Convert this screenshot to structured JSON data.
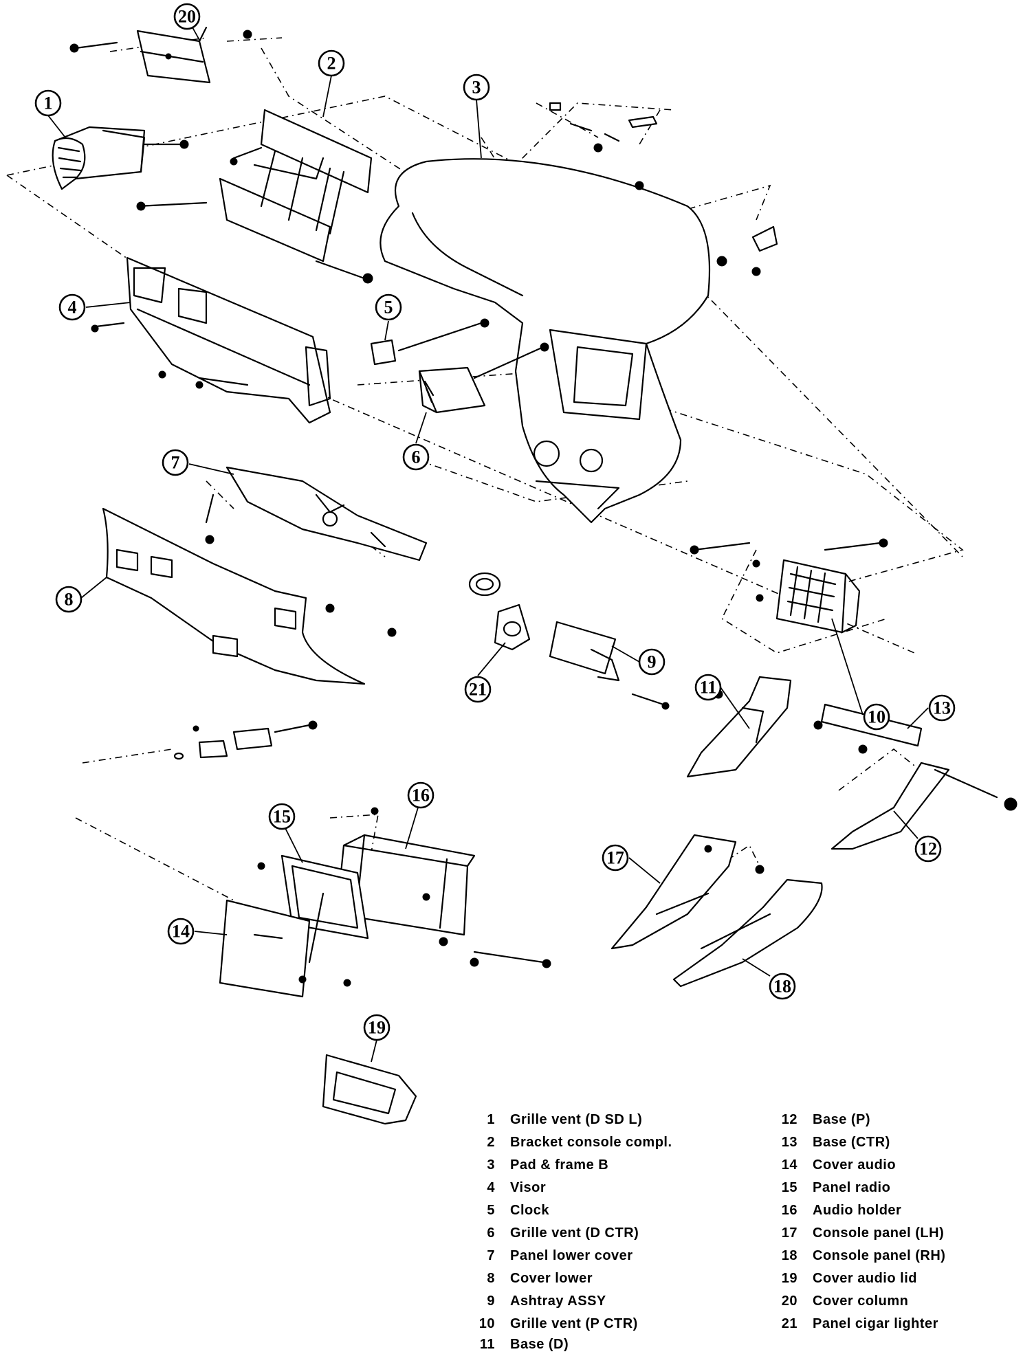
{
  "callouts": [
    "1",
    "2",
    "3",
    "4",
    "5",
    "6",
    "7",
    "8",
    "9",
    "10",
    "11",
    "12",
    "13",
    "14",
    "15",
    "16",
    "17",
    "18",
    "19",
    "20",
    "21"
  ],
  "legend": [
    {
      "num": "1",
      "label": "Grille vent (D SD L)"
    },
    {
      "num": "2",
      "label": "Bracket console compl."
    },
    {
      "num": "3",
      "label": "Pad & frame B"
    },
    {
      "num": "4",
      "label": "Visor"
    },
    {
      "num": "5",
      "label": "Clock"
    },
    {
      "num": "6",
      "label": "Grille vent (D CTR)"
    },
    {
      "num": "7",
      "label": "Panel lower cover"
    },
    {
      "num": "8",
      "label": "Cover lower"
    },
    {
      "num": "9",
      "label": "Ashtray ASSY"
    },
    {
      "num": "10",
      "label": "Grille vent (P CTR)"
    },
    {
      "num": "11",
      "label": "Base (D)"
    },
    {
      "num": "12",
      "label": "Base (P)"
    },
    {
      "num": "13",
      "label": "Base (CTR)"
    },
    {
      "num": "14",
      "label": "Cover audio"
    },
    {
      "num": "15",
      "label": "Panel radio"
    },
    {
      "num": "16",
      "label": "Audio holder"
    },
    {
      "num": "17",
      "label": "Console panel (LH)"
    },
    {
      "num": "18",
      "label": "Console panel (RH)"
    },
    {
      "num": "19",
      "label": "Cover audio lid"
    },
    {
      "num": "20",
      "label": "Cover column"
    },
    {
      "num": "21",
      "label": "Panel cigar lighter"
    }
  ]
}
